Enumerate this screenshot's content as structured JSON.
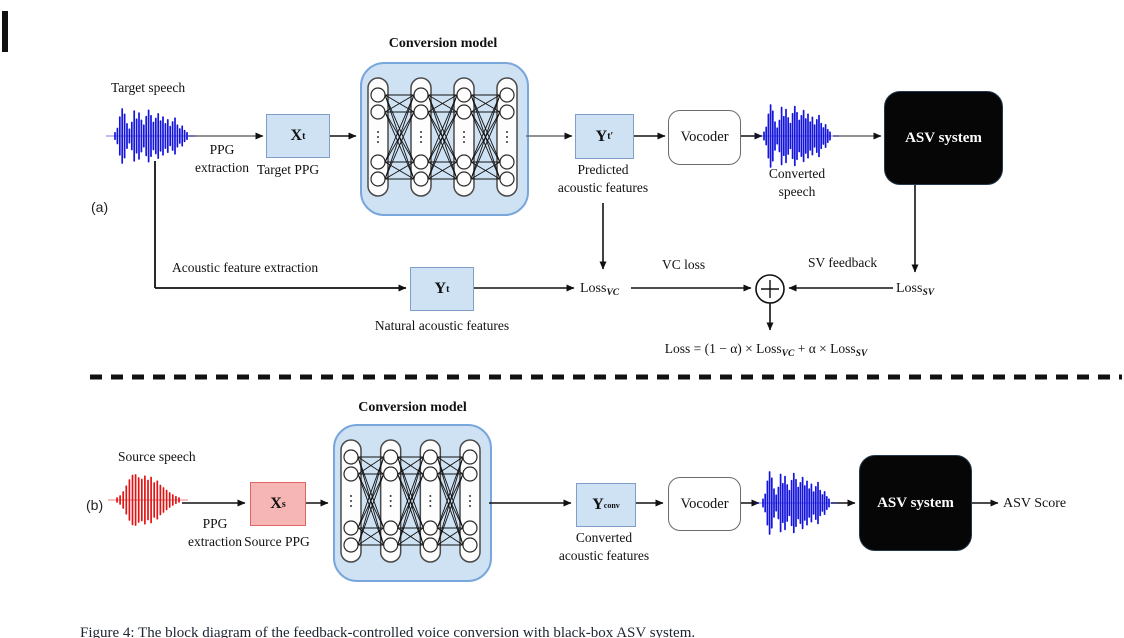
{
  "diagram": {
    "part_a": {
      "panel_label": "(a)",
      "target_speech_label": "Target speech",
      "ppg_extraction_label": "PPG extraction",
      "target_ppg_box": {
        "base": "X",
        "sup": "t"
      },
      "target_ppg_label": "Target PPG",
      "conversion_model_title": "Conversion model",
      "predicted_box": {
        "base": "Y",
        "sup": "t′"
      },
      "predicted_label": "Predicted acoustic features",
      "vocoder_label": "Vocoder",
      "converted_speech_label": "Converted speech",
      "asv_label": "ASV system",
      "acoustic_feature_extraction_label": "Acoustic feature extraction",
      "natural_box": {
        "base": "Y",
        "sup": "t"
      },
      "natural_label": "Natural acoustic features",
      "loss_vc": {
        "base": "Loss",
        "sub": "VC"
      },
      "vc_loss_label": "VC loss",
      "sv_feedback_label": "SV feedback",
      "loss_sv": {
        "base": "Loss",
        "sub": "SV"
      },
      "formula": {
        "p1": "Loss = (1 − α) × Loss",
        "s1": "VC",
        "p2": " + α × Loss",
        "s2": "SV"
      }
    },
    "part_b": {
      "panel_label": "(b)",
      "source_speech_label": "Source speech",
      "ppg_extraction_label": "PPG extraction",
      "source_ppg_box": {
        "base": "X",
        "sup": "s"
      },
      "source_ppg_label": "Source PPG",
      "conversion_model_title": "Conversion model",
      "converted_box": {
        "base": "Y",
        "sup": "conv"
      },
      "converted_label": "Converted acoustic features",
      "vocoder_label": "Vocoder",
      "asv_label": "ASV system",
      "asv_score_label": "ASV Score"
    },
    "caption": "Figure 4: The block diagram of the feedback-controlled voice conversion with black-box ASV system.",
    "colors": {
      "box_blue_fill": "#cfe2f3",
      "box_blue_border": "#7f9fc6",
      "container_fill": "#cfe2f3",
      "container_border": "#79a7dc",
      "box_pink_fill": "#f7b6b6",
      "box_pink_border": "#e06666",
      "asv_fill": "#060606",
      "waveform_blue": "#1414dd",
      "waveform_red": "#e01414"
    }
  }
}
